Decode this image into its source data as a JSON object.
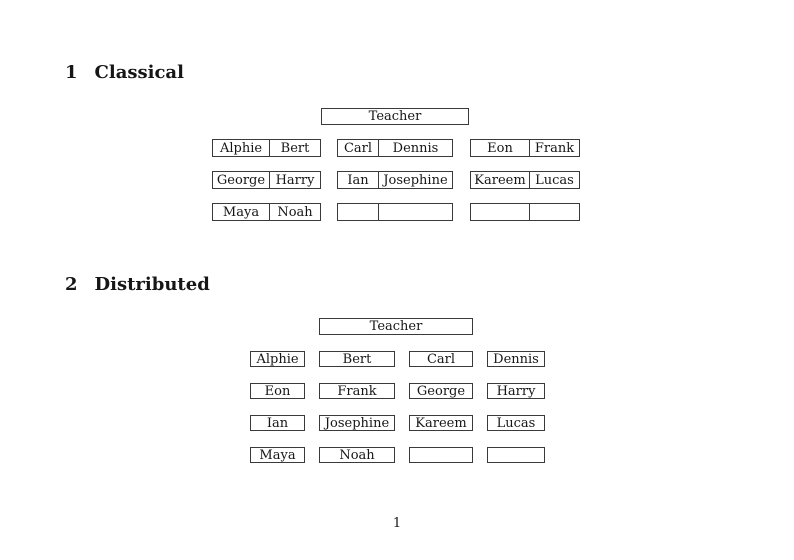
{
  "page": {
    "background": "#ffffff",
    "line_color": "#3a3a3a",
    "text_color": "#161616",
    "page_number": "1"
  },
  "sections": [
    {
      "number": "1",
      "title": "Classical",
      "teacher_label": "Teacher",
      "rows": [
        [
          [
            "Alphie",
            "Bert"
          ],
          [
            "Carl",
            "Dennis"
          ],
          [
            "Eon",
            "Frank"
          ]
        ],
        [
          [
            "George",
            "Harry"
          ],
          [
            "Ian",
            "Josephine"
          ],
          [
            "Kareem",
            "Lucas"
          ]
        ],
        [
          [
            "Maya",
            "Noah"
          ],
          [
            "",
            ""
          ],
          [
            "",
            ""
          ]
        ]
      ]
    },
    {
      "number": "2",
      "title": "Distributed",
      "teacher_label": "Teacher",
      "rows": [
        [
          "Alphie",
          "Bert",
          "Carl",
          "Dennis"
        ],
        [
          "Eon",
          "Frank",
          "George",
          "Harry"
        ],
        [
          "Ian",
          "Josephine",
          "Kareem",
          "Lucas"
        ],
        [
          "Maya",
          "Noah",
          "",
          ""
        ]
      ]
    }
  ]
}
